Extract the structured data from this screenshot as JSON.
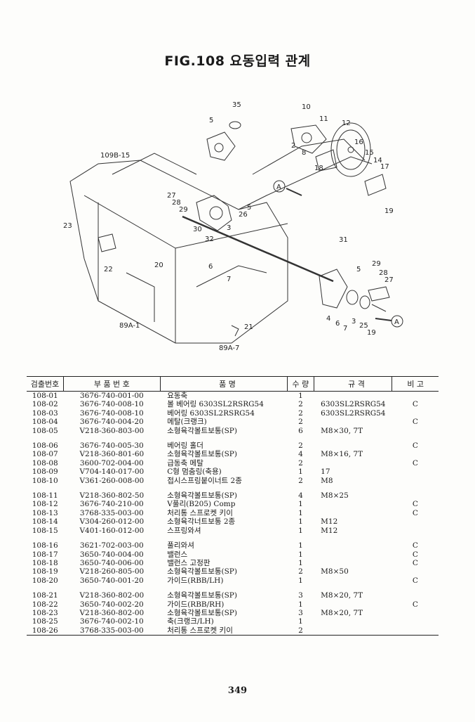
{
  "title": "FIG.108 요동입력 관계",
  "page_number": "349",
  "diagram": {
    "callouts": [
      "35",
      "10",
      "5",
      "11",
      "12",
      "109B-15",
      "2",
      "8",
      "16",
      "15",
      "14",
      "17",
      "18",
      "19",
      "A",
      "27",
      "28",
      "29",
      "26",
      "5",
      "23",
      "30",
      "3",
      "32",
      "31",
      "22",
      "20",
      "6",
      "7",
      "29",
      "28",
      "27",
      "5",
      "89A-1",
      "21",
      "89A-7",
      "4",
      "6",
      "7",
      "3",
      "25",
      "19",
      "A"
    ]
  },
  "table": {
    "headers": [
      "검출번호",
      "부 품 번 호",
      "품 명",
      "수 량",
      "규 격",
      "비 고"
    ],
    "groups": [
      [
        {
          "no": "108-01",
          "part": "3676-740-001-00",
          "name": "요동축",
          "qty": "1",
          "spec": "",
          "note": ""
        },
        {
          "no": "108-02",
          "part": "3676-740-008-10",
          "name": "볼 베어링 6303SL2RSRG54",
          "qty": "2",
          "spec": "6303SL2RSRG54",
          "note": "C"
        },
        {
          "no": "108-03",
          "part": "3676-740-008-10",
          "name": "베어링 6303SL2RSRG54",
          "qty": "2",
          "spec": "6303SL2RSRG54",
          "note": ""
        },
        {
          "no": "108-04",
          "part": "3676-740-004-20",
          "name": "메탈(크랭크)",
          "qty": "2",
          "spec": "",
          "note": "C"
        },
        {
          "no": "108-05",
          "part": "V218-360-803-00",
          "name": "소형육각볼트보통(SP)",
          "qty": "6",
          "spec": "M8×30, 7T",
          "note": ""
        }
      ],
      [
        {
          "no": "108-06",
          "part": "3676-740-005-30",
          "name": "베어링 홀더",
          "qty": "2",
          "spec": "",
          "note": "C"
        },
        {
          "no": "108-07",
          "part": "V218-360-801-60",
          "name": "소형육각볼트보통(SP)",
          "qty": "4",
          "spec": "M8×16, 7T",
          "note": ""
        },
        {
          "no": "108-08",
          "part": "3600-702-004-00",
          "name": "급동축 메탈",
          "qty": "2",
          "spec": "",
          "note": "C"
        },
        {
          "no": "108-09",
          "part": "V704-140-017-00",
          "name": "C형 멈춤링(축용)",
          "qty": "1",
          "spec": "17",
          "note": ""
        },
        {
          "no": "108-10",
          "part": "V361-260-008-00",
          "name": "접시스프링붙이너트 2종",
          "qty": "2",
          "spec": "M8",
          "note": ""
        }
      ],
      [
        {
          "no": "108-11",
          "part": "V218-360-802-50",
          "name": "소형육각볼트보통(SP)",
          "qty": "4",
          "spec": "M8×25",
          "note": ""
        },
        {
          "no": "108-12",
          "part": "3676-740-210-00",
          "name": "V풀리(B205) Comp",
          "qty": "1",
          "spec": "",
          "note": "C"
        },
        {
          "no": "108-13",
          "part": "3768-335-003-00",
          "name": "처리통 스프로켓 키이",
          "qty": "1",
          "spec": "",
          "note": "C"
        },
        {
          "no": "108-14",
          "part": "V304-260-012-00",
          "name": "소형육각너트보통 2종",
          "qty": "1",
          "spec": "M12",
          "note": ""
        },
        {
          "no": "108-15",
          "part": "V401-160-012-00",
          "name": "스프링와셔",
          "qty": "1",
          "spec": "M12",
          "note": ""
        }
      ],
      [
        {
          "no": "108-16",
          "part": "3621-702-003-00",
          "name": "풀리와셔",
          "qty": "1",
          "spec": "",
          "note": "C"
        },
        {
          "no": "108-17",
          "part": "3650-740-004-00",
          "name": "밸런스",
          "qty": "1",
          "spec": "",
          "note": "C"
        },
        {
          "no": "108-18",
          "part": "3650-740-006-00",
          "name": "밸런스 고정판",
          "qty": "1",
          "spec": "",
          "note": "C"
        },
        {
          "no": "108-19",
          "part": "V218-260-805-00",
          "name": "소형육각볼트보통(SP)",
          "qty": "2",
          "spec": "M8×50",
          "note": ""
        },
        {
          "no": "108-20",
          "part": "3650-740-001-20",
          "name": "가이드(RBB/LH)",
          "qty": "1",
          "spec": "",
          "note": "C"
        }
      ],
      [
        {
          "no": "108-21",
          "part": "V218-360-802-00",
          "name": "소형육각볼트보통(SP)",
          "qty": "3",
          "spec": "M8×20, 7T",
          "note": ""
        },
        {
          "no": "108-22",
          "part": "3650-740-002-20",
          "name": "가이드(RBB/RH)",
          "qty": "1",
          "spec": "",
          "note": "C"
        },
        {
          "no": "108-23",
          "part": "V218-360-802-00",
          "name": "소형육각볼트보통(SP)",
          "qty": "3",
          "spec": "M8×20, 7T",
          "note": ""
        },
        {
          "no": "108-25",
          "part": "3676-740-002-10",
          "name": "축(크랭크/LH)",
          "qty": "1",
          "spec": "",
          "note": ""
        },
        {
          "no": "108-26",
          "part": "3768-335-003-00",
          "name": "처리통 스프로켓 키이",
          "qty": "2",
          "spec": "",
          "note": ""
        }
      ]
    ]
  }
}
